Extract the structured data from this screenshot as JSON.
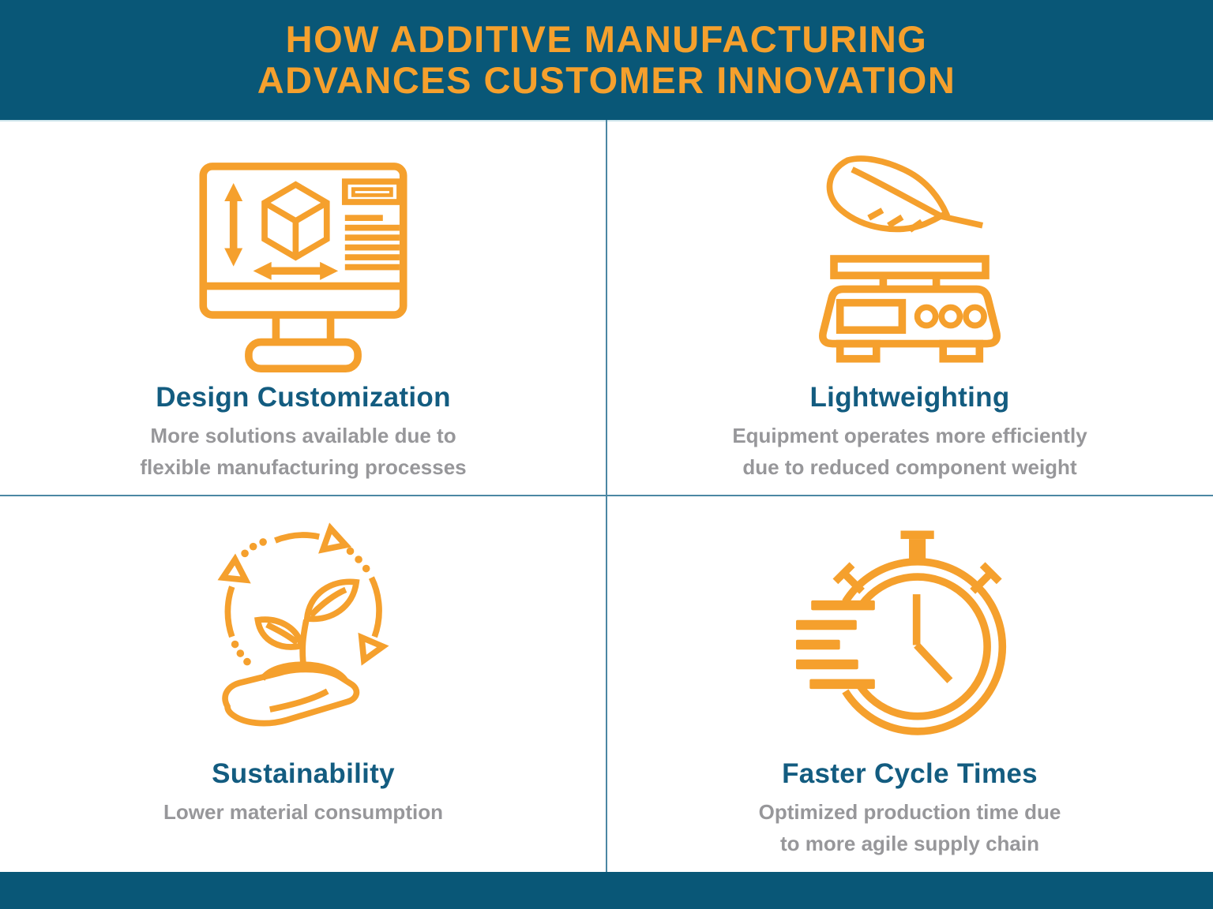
{
  "colors": {
    "band_teal": "#095777",
    "accent_orange": "#F5A02D",
    "heading_blue": "#135C80",
    "body_gray": "#97979A",
    "divider_teal": "#4B87A3",
    "background": "#FFFFFF"
  },
  "header": {
    "title_line1": "HOW ADDITIVE MANUFACTURING",
    "title_line2": "ADVANCES CUSTOMER INNOVATION"
  },
  "quadrants": [
    {
      "icon": "cad-monitor-icon",
      "title": "Design Customization",
      "description_line1": "More solutions available due to",
      "description_line2": "flexible manufacturing processes"
    },
    {
      "icon": "feather-scale-icon",
      "title": "Lightweighting",
      "description_line1": "Equipment operates more efficiently",
      "description_line2": "due to reduced component weight"
    },
    {
      "icon": "plant-in-hand-recycle-icon",
      "title": "Sustainability",
      "description_line1": "Lower material consumption",
      "description_line2": ""
    },
    {
      "icon": "stopwatch-speed-icon",
      "title": "Faster Cycle Times",
      "description_line1": "Optimized production time due",
      "description_line2": "to more agile supply chain"
    }
  ]
}
